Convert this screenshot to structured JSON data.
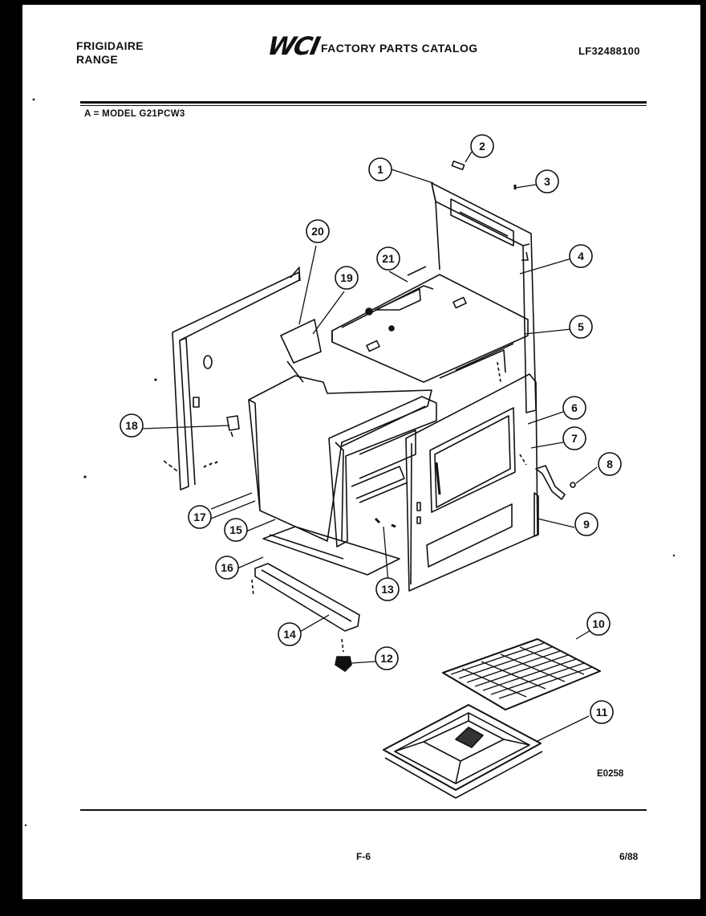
{
  "header": {
    "brand_line1": "FRIGIDAIRE",
    "brand_line2": "RANGE",
    "logo": "WCI",
    "catalog_title": "FACTORY PARTS CATALOG",
    "part_number": "LF32488100",
    "model_line": "A = MODEL G21PCW3"
  },
  "diagram": {
    "code": "E0258",
    "callouts": [
      "1",
      "2",
      "3",
      "4",
      "5",
      "6",
      "7",
      "8",
      "9",
      "10",
      "11",
      "12",
      "13",
      "14",
      "15",
      "16",
      "17",
      "18",
      "19",
      "20",
      "21"
    ]
  },
  "footer": {
    "figure": "F-6",
    "date": "6/88"
  }
}
